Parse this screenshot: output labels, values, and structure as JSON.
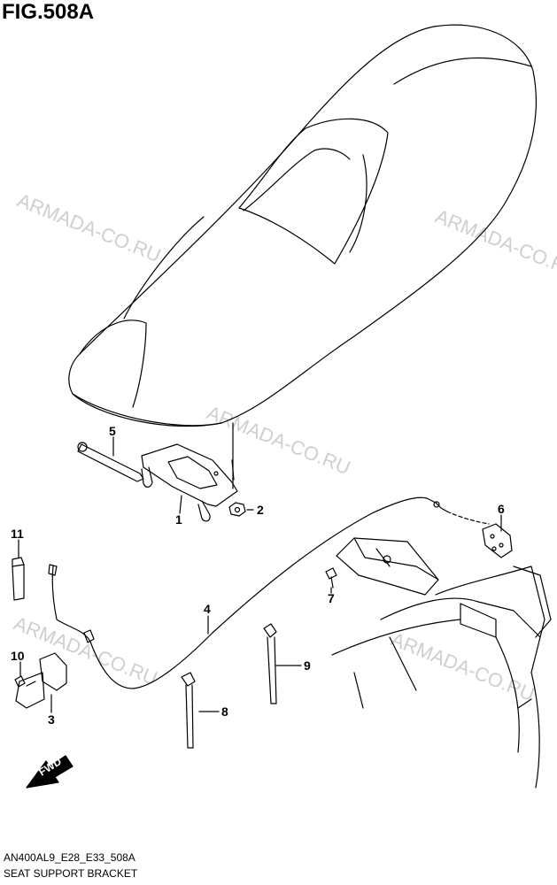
{
  "figure": {
    "title": "FIG.508A",
    "code": "AN400AL9_E28_E33_508A",
    "name": "SEAT SUPPORT BRACKET"
  },
  "watermark": "ARMADA-CO.RU",
  "fwd_label": "FWD",
  "callouts": [
    {
      "id": "1",
      "part": "bracket"
    },
    {
      "id": "2",
      "part": "nut"
    },
    {
      "id": "3",
      "part": "latch-bracket"
    },
    {
      "id": "4",
      "part": "cable"
    },
    {
      "id": "5",
      "part": "shaft"
    },
    {
      "id": "6",
      "part": "lock-latch"
    },
    {
      "id": "7",
      "part": "screw"
    },
    {
      "id": "8",
      "part": "clamp"
    },
    {
      "id": "9",
      "part": "clamp"
    },
    {
      "id": "10",
      "part": "bolt"
    },
    {
      "id": "11",
      "part": "cushion"
    }
  ]
}
